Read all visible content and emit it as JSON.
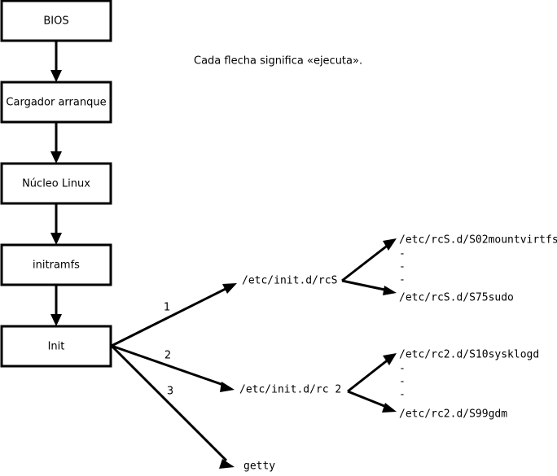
{
  "caption": {
    "text": "Cada flecha significa «ejecuta»."
  },
  "boot_chain": {
    "boxes": [
      {
        "label": "BIOS"
      },
      {
        "label": "Cargador arranque"
      },
      {
        "label": "Núcleo Linux"
      },
      {
        "label": "initramfs"
      },
      {
        "label": "Init"
      }
    ]
  },
  "init_branches": [
    {
      "number": "1",
      "target": "/etc/init.d/rcS"
    },
    {
      "number": "2",
      "target": "/etc/init.d/rc 2"
    },
    {
      "number": "3",
      "target": "getty"
    }
  ],
  "rcs_scripts": {
    "first": "/etc/rcS.d/S02mountvirtfs",
    "ellipsis": [
      "-",
      "-",
      "-"
    ],
    "last": "/etc/rcS.d/S75sudo"
  },
  "rc2_scripts": {
    "first": "/etc/rc2.d/S10sysklogd",
    "ellipsis": [
      "-",
      "-",
      "-"
    ],
    "last": "/etc/rc2.d/S99gdm"
  },
  "colors": {
    "stroke": "#000000",
    "background": "#ffffff",
    "text": "#000000"
  }
}
